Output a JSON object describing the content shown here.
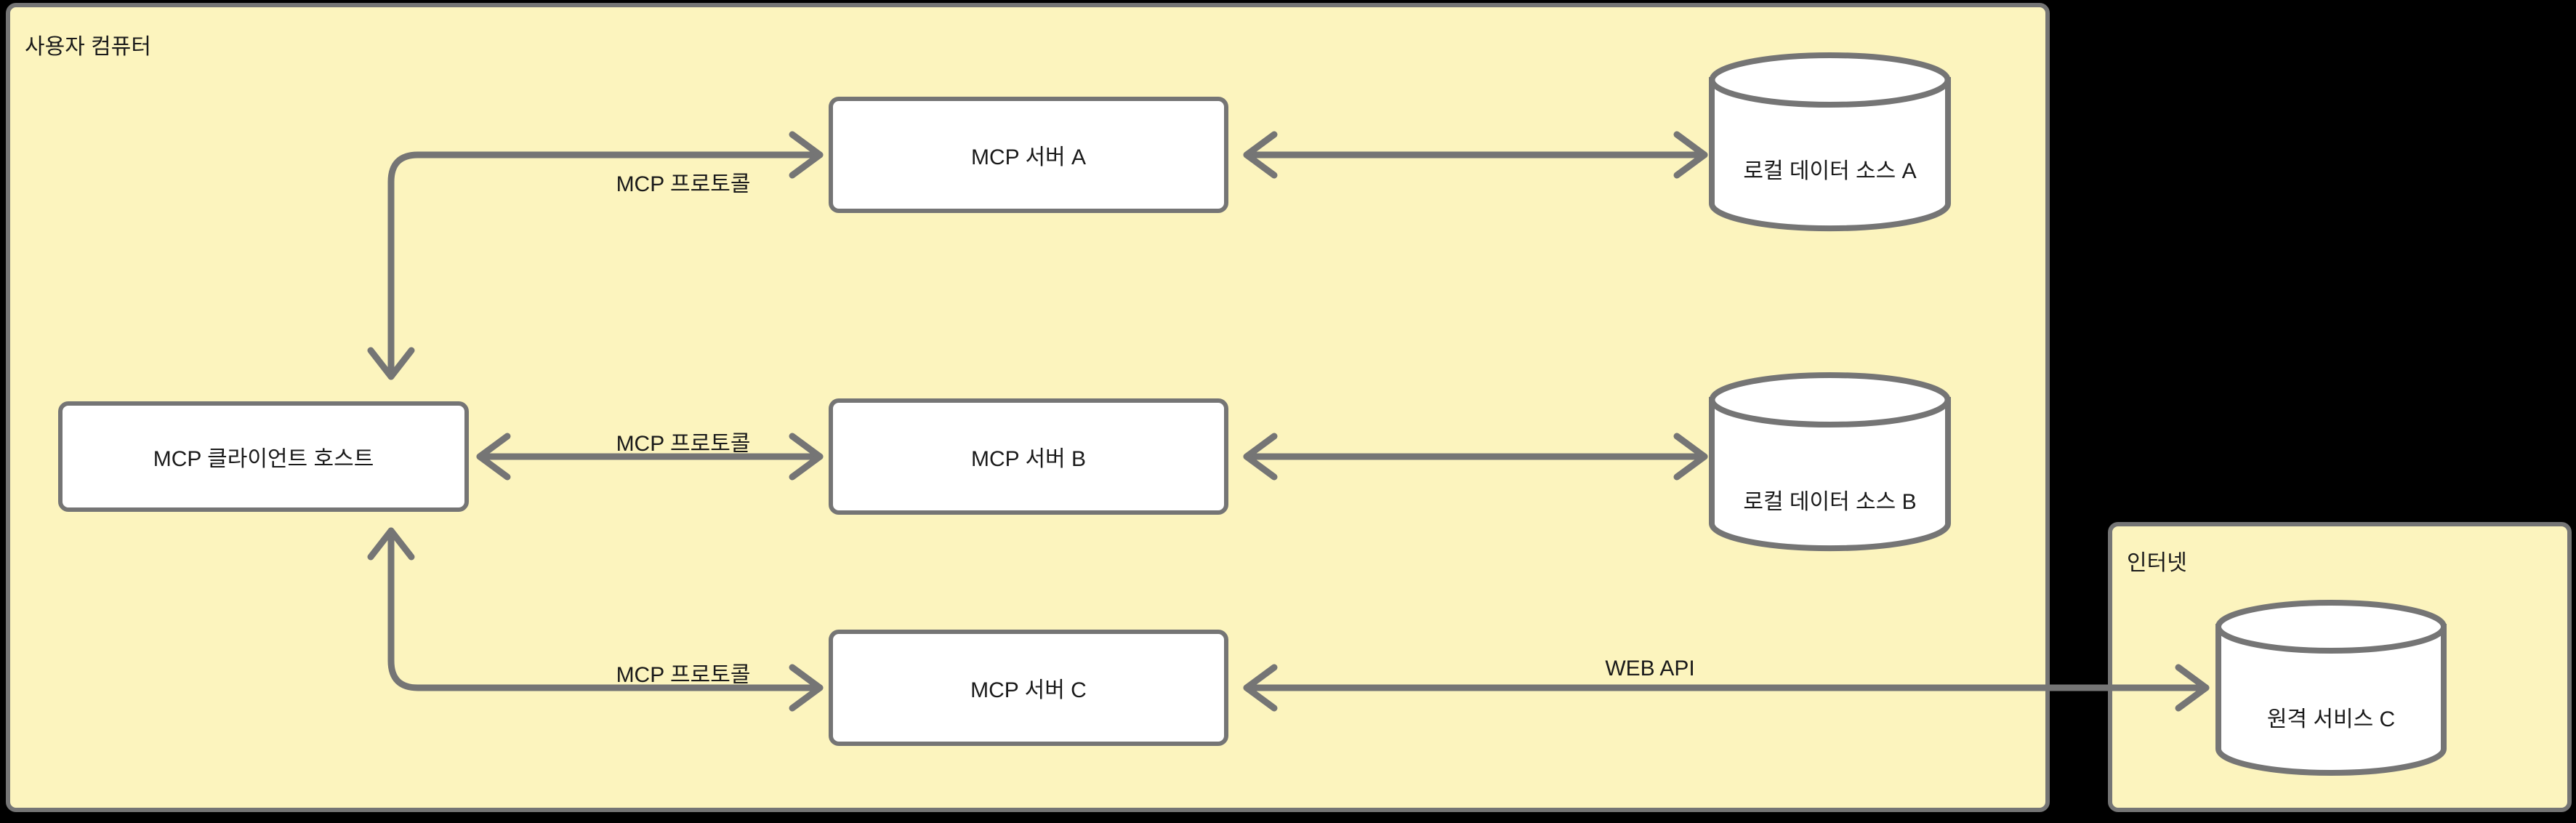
{
  "diagram": {
    "type": "architecture-diagram",
    "title_text_present": false,
    "background_color": "#000000",
    "containers": [
      {
        "id": "user-computer",
        "label": "사용자 컴퓨터",
        "fill": "#FCF4BE",
        "stroke": "#757575"
      },
      {
        "id": "internet",
        "label": "인터넷",
        "fill": "#FCF4BE",
        "stroke": "#757575"
      }
    ],
    "nodes": [
      {
        "id": "mcp-client-host",
        "label": "MCP 클라이언트 호스트",
        "shape": "rounded-rect",
        "fill": "#FFFFFF",
        "stroke": "#757575"
      },
      {
        "id": "mcp-server-a",
        "label": "MCP 서버 A",
        "shape": "rounded-rect",
        "fill": "#FFFFFF",
        "stroke": "#757575"
      },
      {
        "id": "mcp-server-b",
        "label": "MCP 서버 B",
        "shape": "rounded-rect",
        "fill": "#FFFFFF",
        "stroke": "#757575"
      },
      {
        "id": "mcp-server-c",
        "label": "MCP 서버 C",
        "shape": "rounded-rect",
        "fill": "#FFFFFF",
        "stroke": "#757575"
      },
      {
        "id": "local-data-source-a",
        "label": "로컬 데이터 소스 A",
        "shape": "cylinder",
        "fill": "#FFFFFF",
        "stroke": "#757575"
      },
      {
        "id": "local-data-source-b",
        "label": "로컬 데이터 소스 B",
        "shape": "cylinder",
        "fill": "#FFFFFF",
        "stroke": "#757575"
      },
      {
        "id": "remote-service-c",
        "label": "원격 서비스 C",
        "shape": "cylinder",
        "fill": "#FFFFFF",
        "stroke": "#757575"
      }
    ],
    "edges": [
      {
        "id": "edge-host-to-server-a",
        "label": "MCP 프로토콜",
        "from": "mcp-client-host",
        "to": "mcp-server-a",
        "style": "elbow",
        "arrows": "both"
      },
      {
        "id": "edge-host-to-server-b",
        "label": "MCP 프로토콜",
        "from": "mcp-client-host",
        "to": "mcp-server-b",
        "style": "straight",
        "arrows": "both"
      },
      {
        "id": "edge-host-to-server-c",
        "label": "MCP 프로토콜",
        "from": "mcp-client-host",
        "to": "mcp-server-c",
        "style": "elbow",
        "arrows": "both"
      },
      {
        "id": "edge-server-a-to-source-a",
        "label": "",
        "from": "mcp-server-a",
        "to": "local-data-source-a",
        "style": "straight",
        "arrows": "both"
      },
      {
        "id": "edge-server-b-to-source-b",
        "label": "",
        "from": "mcp-server-b",
        "to": "local-data-source-b",
        "style": "straight",
        "arrows": "both"
      },
      {
        "id": "edge-server-c-to-remote-c",
        "label": "WEB API",
        "from": "mcp-server-c",
        "to": "remote-service-c",
        "style": "straight",
        "arrows": "both"
      }
    ],
    "edge_labels": {
      "host_server_a": "MCP 프로토콜",
      "host_server_b": "MCP 프로토콜",
      "host_server_c": "MCP 프로토콜",
      "server_c_remote": "WEB API"
    }
  }
}
